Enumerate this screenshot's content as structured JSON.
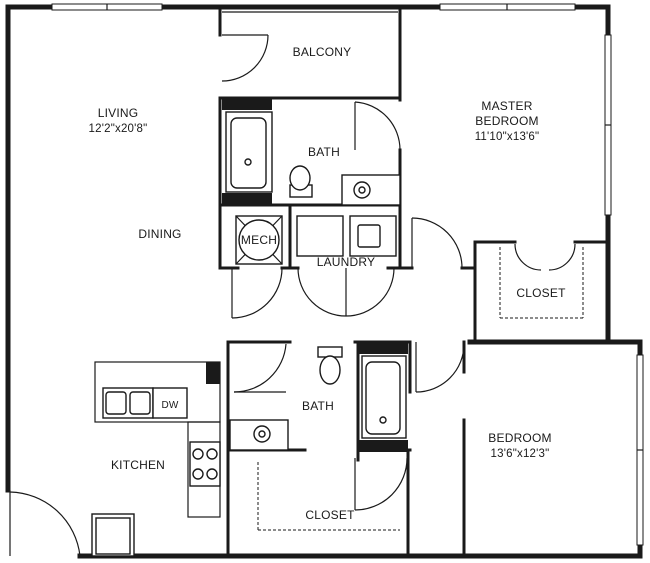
{
  "rooms": {
    "balcony": {
      "name": "BALCONY"
    },
    "living": {
      "name": "LIVING",
      "size": "12'2\"x20'8\""
    },
    "dining": {
      "name": "DINING"
    },
    "bath_upper": {
      "name": "BATH"
    },
    "master_bedroom": {
      "name_line1": "MASTER",
      "name_line2": "BEDROOM",
      "size": "11'10\"x13'6\""
    },
    "mech": {
      "name": "MECH"
    },
    "laundry": {
      "name": "LAUNDRY"
    },
    "closet_master": {
      "name": "CLOSET"
    },
    "bath_lower": {
      "name": "BATH"
    },
    "bedroom": {
      "name": "BEDROOM",
      "size": "13'6\"x12'3\""
    },
    "kitchen": {
      "name": "KITCHEN"
    },
    "closet_lower": {
      "name": "CLOSET"
    },
    "dishwasher": {
      "name": "DW"
    }
  }
}
